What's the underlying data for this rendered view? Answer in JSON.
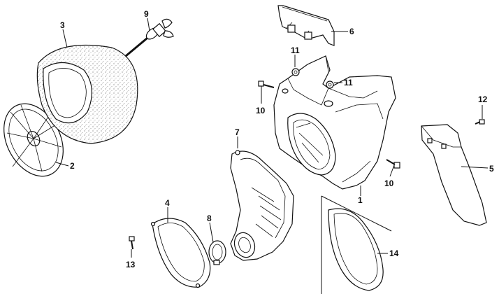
{
  "labels": {
    "p1": "1",
    "p2": "2",
    "p3": "3",
    "p4": "4",
    "p5": "5",
    "p6": "6",
    "p7": "7",
    "p8": "8",
    "p9": "9",
    "p10a": "10",
    "p10b": "10",
    "p11a": "11",
    "p11b": "11",
    "p12": "12",
    "p13": "13",
    "p14": "14"
  }
}
